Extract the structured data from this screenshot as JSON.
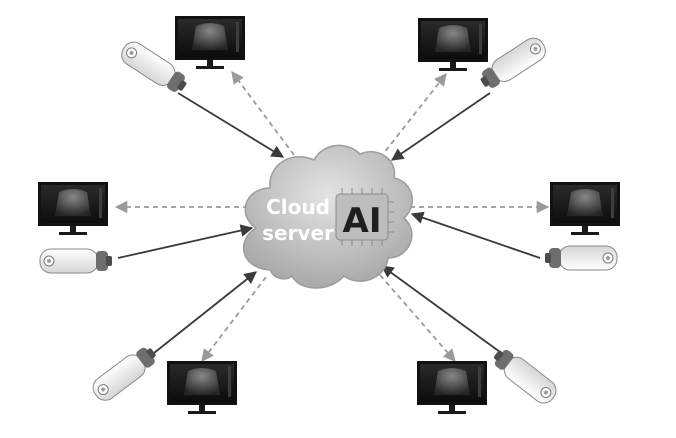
{
  "cloud": {
    "line1": "Cloud",
    "line2": "server",
    "ai_label": "AI"
  },
  "colors": {
    "solid_arrow": "#3a3a3a",
    "dashed_arrow": "#9a9a9a",
    "cloud_fill": "#c9c9c9",
    "monitor_bezel": "#1a1a1a",
    "probe_body": "#f2f2f2",
    "probe_cap": "#707070"
  },
  "icons": [
    "ultrasound-probe-icon",
    "monitor-icon",
    "cloud-icon",
    "ai-chip-icon"
  ]
}
